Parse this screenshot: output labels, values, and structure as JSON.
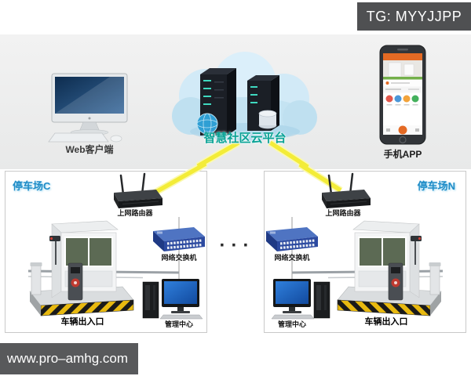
{
  "badge": {
    "text": "TG: MYYJJPP"
  },
  "top_section": {
    "web_client_label": "Web客户端",
    "cloud_label": "智慧社区云平台",
    "phone_label": "手机APP"
  },
  "parking_lots": [
    {
      "name": "停车场C",
      "router_label": "上网路由器",
      "switch_label": "网络交换机",
      "mgmt_label": "管理中心",
      "gate_label": "车辆出入口"
    },
    {
      "name": "停车场N",
      "router_label": "上网路由器",
      "switch_label": "网络交换机",
      "mgmt_label": "管理中心",
      "gate_label": "车辆出入口"
    }
  ],
  "separator": {
    "dots": "···"
  },
  "watermark": {
    "text": "www.pro–amhg.com"
  },
  "colors": {
    "cloud_label": "#09a295",
    "lot_name": "#1f8cc7",
    "bolt": "#f3ec38",
    "badge_bg": "#4f5052",
    "watermark_bg": "#58595b",
    "switch_blue": "#2c4aa0",
    "screen_blue": "#1a5fc4"
  }
}
